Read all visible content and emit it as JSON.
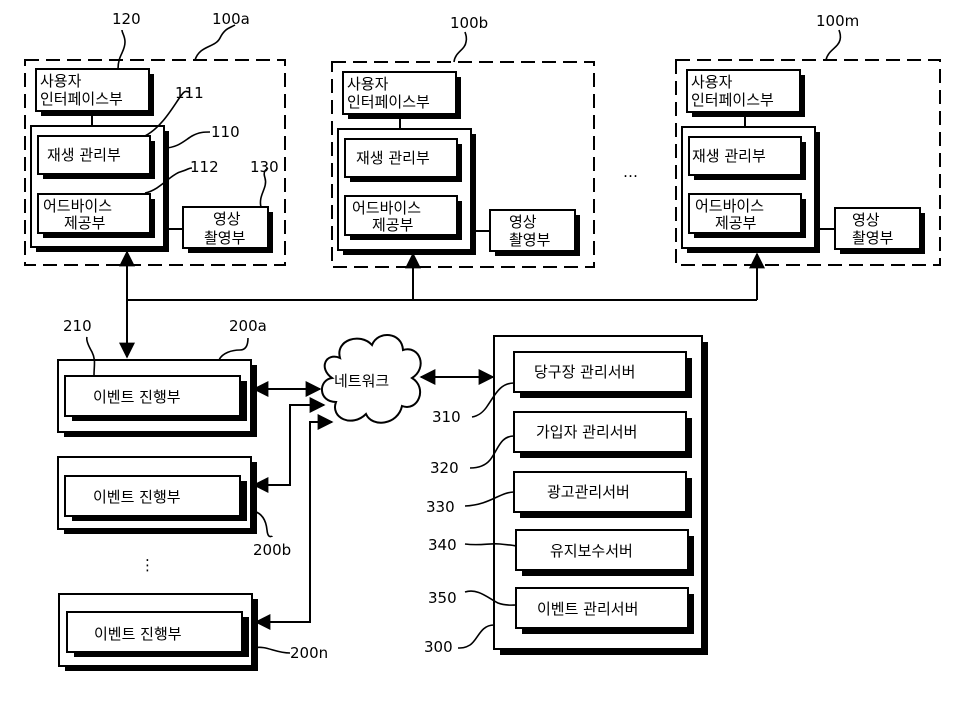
{
  "devices": [
    {
      "ref": "100a",
      "ui_ref": "120",
      "control_ref": "110",
      "playback_ref": "111",
      "advice_ref": "112",
      "camera_ref": "130",
      "ui_label": [
        "사용자",
        "인터페이스부"
      ],
      "playback_label": "재생 관리부",
      "advice_label": [
        "어드바이스",
        "제공부"
      ],
      "camera_label": [
        "영상",
        "촬영부"
      ]
    },
    {
      "ref": "100b",
      "ui_label": [
        "사용자",
        "인터페이스부"
      ],
      "playback_label": "재생 관리부",
      "advice_label": [
        "어드바이스",
        "제공부"
      ],
      "camera_label": [
        "영상",
        "촬영부"
      ]
    },
    {
      "ref": "100m",
      "ui_label": [
        "사용자",
        "인터페이스부"
      ],
      "playback_label": "재생 관리부",
      "advice_label": [
        "어드바이스",
        "제공부"
      ],
      "camera_label": [
        "영상",
        "촬영부"
      ]
    }
  ],
  "devices_ellipsis": "…",
  "event_units": [
    {
      "ref": "200a",
      "inner_ref": "210",
      "label": "이벤트 진행부"
    },
    {
      "ref": "200b",
      "label": "이벤트 진행부"
    },
    {
      "ref": "200n",
      "label": "이벤트 진행부"
    }
  ],
  "event_units_ellipsis": "⋮",
  "network": {
    "label": "네트워크"
  },
  "server_group": {
    "ref": "300",
    "servers": [
      {
        "ref": "310",
        "label": "당구장 관리서버"
      },
      {
        "ref": "320",
        "label": "가입자 관리서버"
      },
      {
        "ref": "330",
        "label": "광고관리서버"
      },
      {
        "ref": "340",
        "label": "유지보수서버"
      },
      {
        "ref": "350",
        "label": "이벤트 관리서버"
      }
    ]
  }
}
